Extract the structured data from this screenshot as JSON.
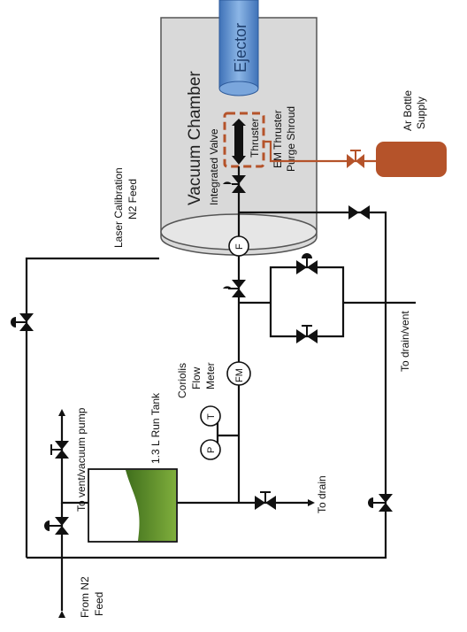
{
  "labels": {
    "vacuum_chamber": "Vacuum Chamber",
    "ejector": "Ejector",
    "integrated_valve": "Integrated Valve",
    "thruster": "Thruster",
    "purge_shroud_line1": "EM Thruster",
    "purge_shroud_line2": "Purge Shroud",
    "ar_supply_line1": "Ar Bottle",
    "ar_supply_line2": "Supply",
    "laser_feed_line1": "Laser Calibration",
    "laser_feed_line2": "N2 Feed",
    "drain_vent": "To drain/vent",
    "coriolis_line1": "Coriolis",
    "coriolis_line2": "Flow",
    "coriolis_line3": "Meter",
    "run_tank": "1.3 L Run Tank",
    "vent_vacuum": "To vent/vacuum pump",
    "to_drain": "To drain",
    "from_n2_line1": "From N2",
    "from_n2_line2": "Feed"
  },
  "instruments": {
    "flow_f": "F",
    "flow_meter": "FM",
    "temperature": "T",
    "pressure": "P"
  },
  "colors": {
    "chamber_fill": "#d9d9d9",
    "ejector_fill": "#5b8fd0",
    "argon": "#b5532a",
    "tank_liquid": "#5a8a2a",
    "line": "#111111"
  }
}
